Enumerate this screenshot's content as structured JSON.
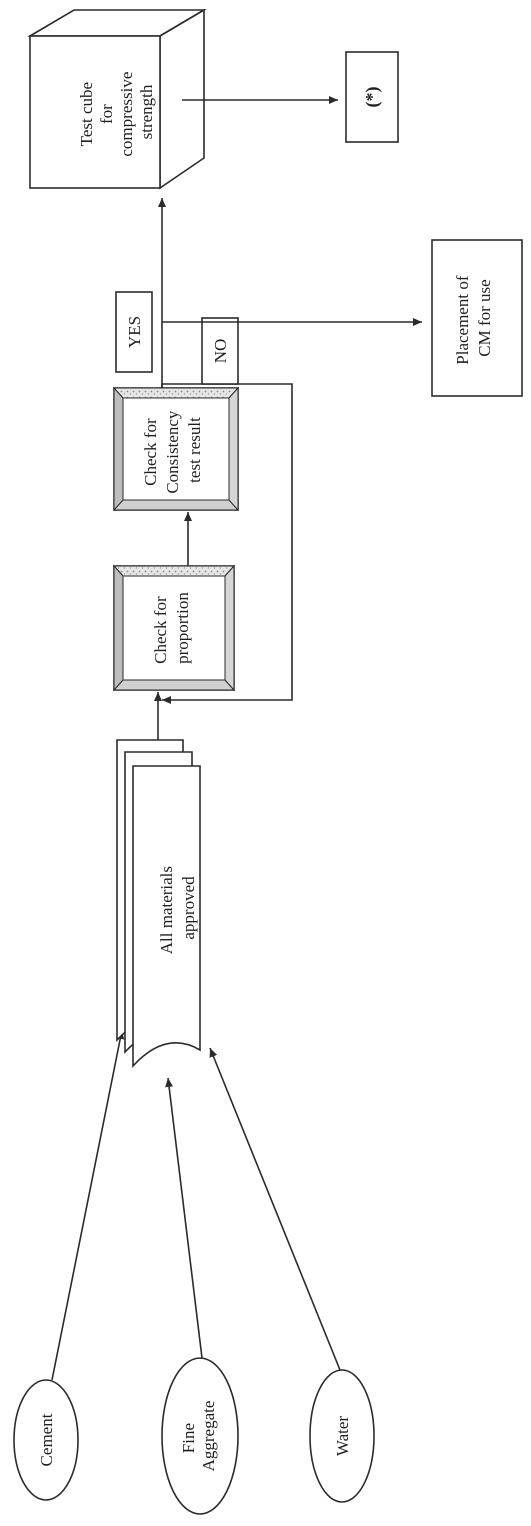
{
  "inputs": {
    "cement": "Cement",
    "fine_aggregate": [
      "Fine",
      "Aggregate"
    ],
    "water": "Water"
  },
  "materials": [
    "All materials",
    "approved"
  ],
  "check_proportion": [
    "Check for",
    "proportion"
  ],
  "check_consistency": [
    "Check for",
    "Consistency",
    "test result"
  ],
  "decision": {
    "yes": "YES",
    "no": "NO"
  },
  "placement": [
    "Placement of",
    "CM for use"
  ],
  "test_cube": [
    "Test cube",
    "for",
    "compressive",
    "strength"
  ],
  "result": "(*)"
}
